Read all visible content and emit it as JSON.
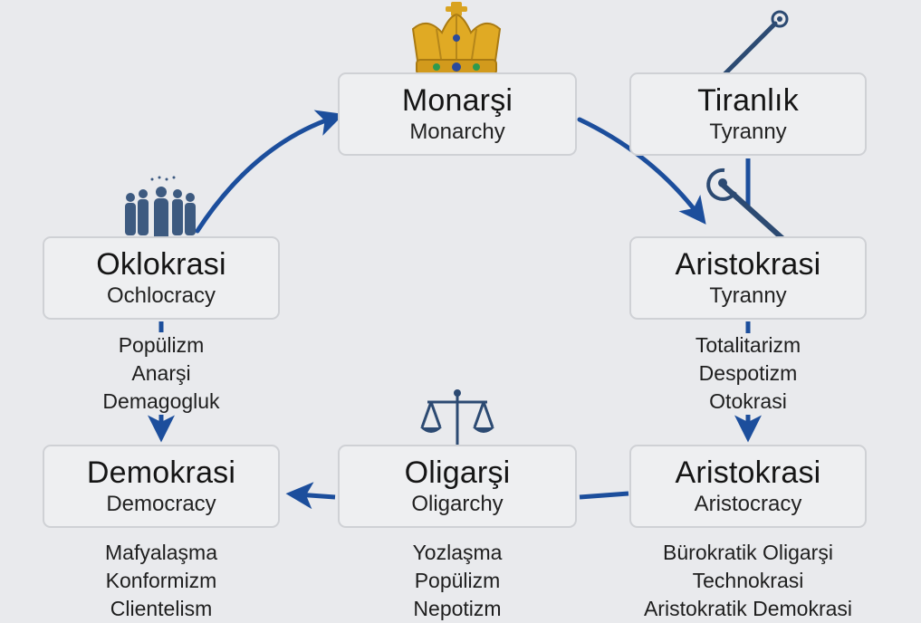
{
  "colors": {
    "arrow": "#1c4e9c",
    "node_bg": "#eeeff1",
    "node_border": "#cfd1d5",
    "icon_gold": "#d9a320",
    "icon_navy": "#2c4a72"
  },
  "nodes": {
    "monarsi": {
      "title": "Monarşi",
      "subtitle": "Monarchy",
      "icon": "crown-icon"
    },
    "tiranlik": {
      "title": "Tiranlık",
      "subtitle": "Tyranny",
      "icon": "scepter-icon"
    },
    "oklokrasi": {
      "title": "Oklokrasi",
      "subtitle": "Ochlocracy",
      "icon": "crowd-icon"
    },
    "aristokrasi_top": {
      "title": "Aristokrasi",
      "subtitle": "Tyranny",
      "icon": "scepter-icon"
    },
    "demokrasi": {
      "title": "Demokrasi",
      "subtitle": "Democracy"
    },
    "oligarsi": {
      "title": "Oligarşi",
      "subtitle": "Oligarchy",
      "icon": "scales-icon"
    },
    "aristokrasi_bottom": {
      "title": "Aristokrasi",
      "subtitle": "Aristocracy"
    }
  },
  "traits": {
    "oklokrasi": [
      "Popülizm",
      "Anarşi",
      "Demagogluk"
    ],
    "aristokrasi_top": [
      "Totalitarizm",
      "Despotizm",
      "Otokrasi"
    ],
    "demokrasi": [
      "Mafyalaşma",
      "Konformizm",
      "Clientelism"
    ],
    "oligarsi": [
      "Yozlaşma",
      "Popülizm",
      "Nepotizm"
    ],
    "aristokrasi_bottom": [
      "Bürokratik Oligarşi",
      "Technokrasi",
      "Aristokratik Demokrasi"
    ]
  }
}
